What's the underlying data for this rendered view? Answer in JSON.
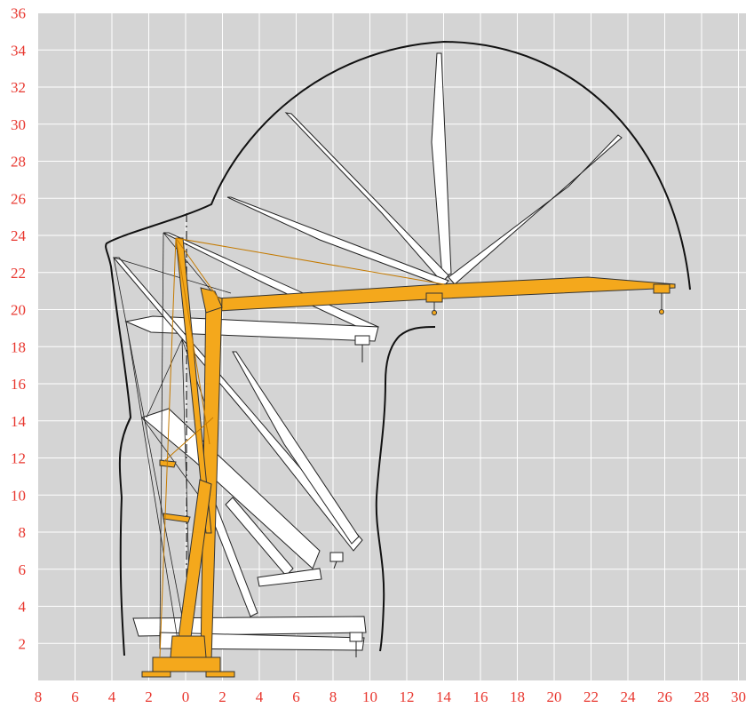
{
  "colors": {
    "plot_background": "#d4d4d4",
    "grid": "#ffffff",
    "tick_labels": "#e8372f",
    "crane_highlight": "#f4a81c",
    "crane_ghost": "#ffffff",
    "outline": "#111111"
  },
  "axes": {
    "x_ticks": [
      "8",
      "6",
      "4",
      "2",
      "0",
      "2",
      "4",
      "6",
      "8",
      "10",
      "12",
      "14",
      "16",
      "18",
      "20",
      "22",
      "24",
      "26",
      "28",
      "30"
    ],
    "y_ticks": [
      "2",
      "4",
      "6",
      "8",
      "10",
      "12",
      "14",
      "16",
      "18",
      "20",
      "22",
      "24",
      "26",
      "28",
      "30",
      "32",
      "34",
      "36"
    ],
    "grid": true
  },
  "crane": {
    "type": "self-erecting tower crane",
    "working_position": {
      "hook_radius": 26,
      "jib_height": 21
    },
    "erection_stages_shown": 9
  }
}
